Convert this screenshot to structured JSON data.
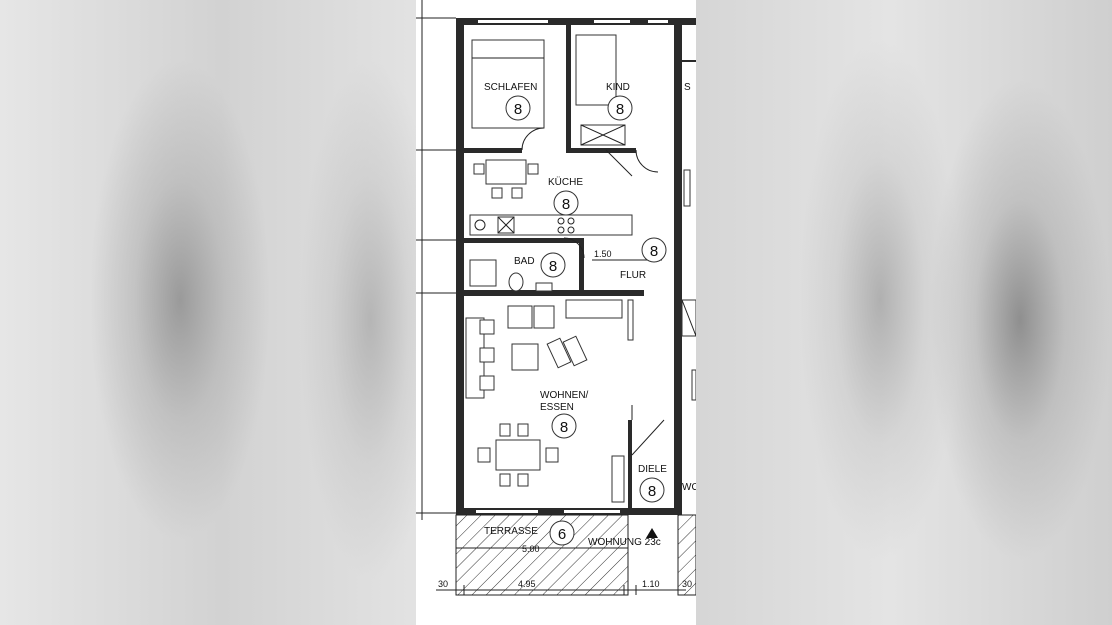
{
  "rooms": {
    "schlafen": {
      "name": "SCHLAFEN",
      "number": "8"
    },
    "kind": {
      "name": "KIND",
      "number": "8"
    },
    "kueche": {
      "name": "KÜCHE",
      "number": "8"
    },
    "bad": {
      "name": "BAD",
      "number": "8"
    },
    "flur": {
      "name": "FLUR",
      "number": "8"
    },
    "wohnen": {
      "name_line1": "WOHNEN/",
      "name_line2": "ESSEN",
      "number": "8"
    },
    "diele": {
      "name": "DIELE",
      "number": "8"
    },
    "terrasse": {
      "name": "TERRASSE",
      "number": "6"
    }
  },
  "unit_label": "WOHNUNG 23c",
  "dimensions": {
    "flur_width": "1.50",
    "terrace_width": "5.00",
    "bottom_left_margin": "30",
    "bottom_main": "4.95",
    "bottom_right": "1.10",
    "bottom_right_margin": "30"
  },
  "cut_labels": {
    "side_neighbor": "S",
    "side_neighbor_bottom": "WO"
  },
  "colors": {
    "wall": "#2a2a2a",
    "paper": "#ffffff",
    "background": "#dcdcdc"
  }
}
